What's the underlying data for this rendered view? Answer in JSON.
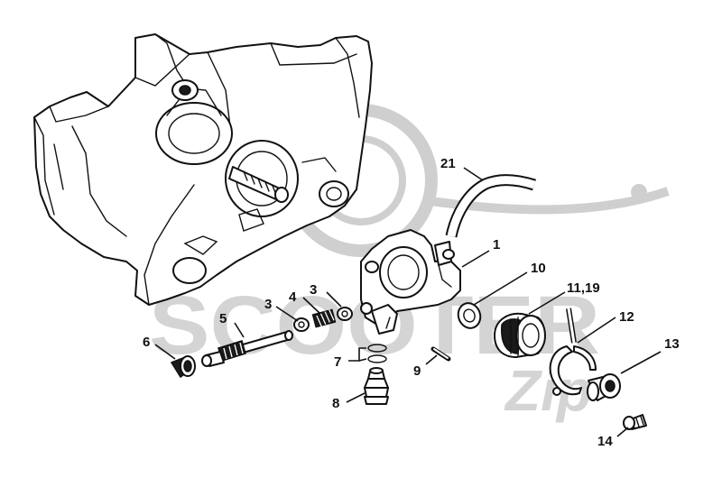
{
  "watermark": {
    "text": "SCOOTER",
    "script": "Zip",
    "color": "#d4d4d4"
  },
  "callouts": [
    {
      "id": "c1",
      "label": "1"
    },
    {
      "id": "c2",
      "label": "3"
    },
    {
      "id": "c3",
      "label": "3"
    },
    {
      "id": "c4",
      "label": "4"
    },
    {
      "id": "c5",
      "label": "5"
    },
    {
      "id": "c6",
      "label": "6"
    },
    {
      "id": "c7",
      "label": "7"
    },
    {
      "id": "c8",
      "label": "8"
    },
    {
      "id": "c9",
      "label": "9"
    },
    {
      "id": "c10",
      "label": "10"
    },
    {
      "id": "c11",
      "label": "11,19"
    },
    {
      "id": "c12",
      "label": "12"
    },
    {
      "id": "c13",
      "label": "13"
    },
    {
      "id": "c14",
      "label": "14"
    },
    {
      "id": "c21",
      "label": "21"
    }
  ],
  "colors": {
    "line": "#111111",
    "background": "#ffffff"
  }
}
